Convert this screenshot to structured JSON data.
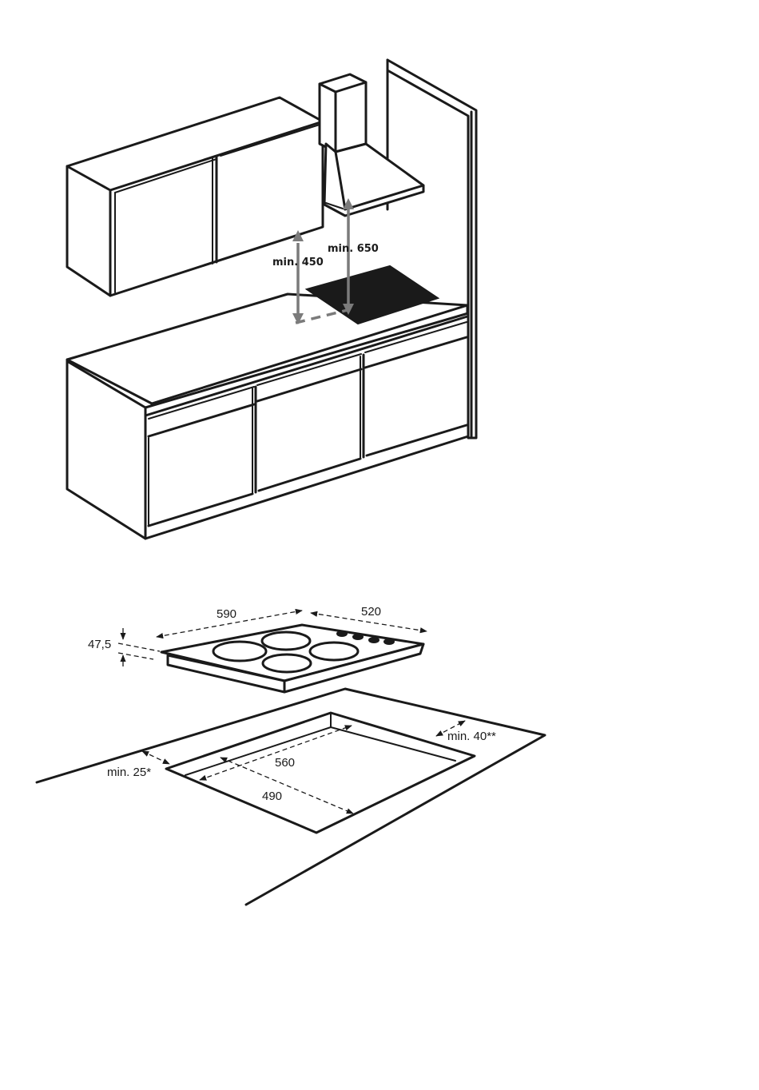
{
  "kitchen_view": {
    "label_hood_clearance": "min. 650",
    "label_cabinet_clearance": "min. 450"
  },
  "cutout_view": {
    "label_width": "590",
    "label_depth": "520",
    "label_height": "47,5",
    "label_cutout_width": "560",
    "label_cutout_depth": "490",
    "label_front_clearance": "min. 25*",
    "label_rear_clearance": "min. 40**"
  }
}
